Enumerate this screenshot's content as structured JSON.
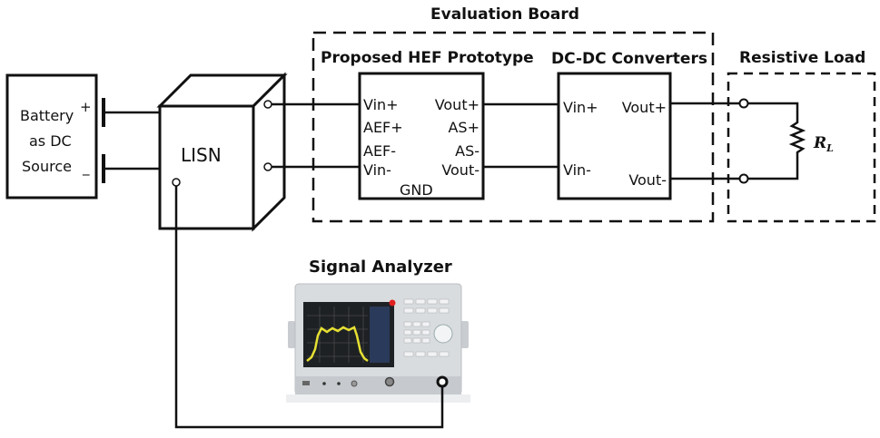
{
  "diagram": {
    "battery": {
      "line1": "Battery",
      "line2": "as DC",
      "line3": "Source",
      "plus": "+",
      "minus": "_"
    },
    "lisn": {
      "label": "LISN"
    },
    "evaluation_board": {
      "title": "Evaluation Board"
    },
    "hef_prototype": {
      "title": "Proposed HEF Prototype",
      "pins_left": [
        "Vin+",
        "AEF+",
        "AEF-",
        "Vin-"
      ],
      "pins_right": [
        "Vout+",
        "AS+",
        "AS-",
        "Vout-"
      ],
      "pin_bottom": "GND"
    },
    "dcdc": {
      "title": "DC-DC Converters",
      "vin_plus": "Vin+",
      "vout_plus": "Vout+",
      "vin_minus": "Vin-",
      "vout_minus": "Vout-"
    },
    "load": {
      "title": "Resistive Load",
      "resistor": "R",
      "resistor_sub": "L"
    },
    "analyzer": {
      "title": "Signal Analyzer"
    },
    "colors": {
      "line": "#111111",
      "analyzer_body": "#d9dcdf",
      "screen": "#1e2124",
      "spectrum": "#e6e033",
      "knob": "#f2f4f6",
      "power_button": "#e02020"
    }
  }
}
